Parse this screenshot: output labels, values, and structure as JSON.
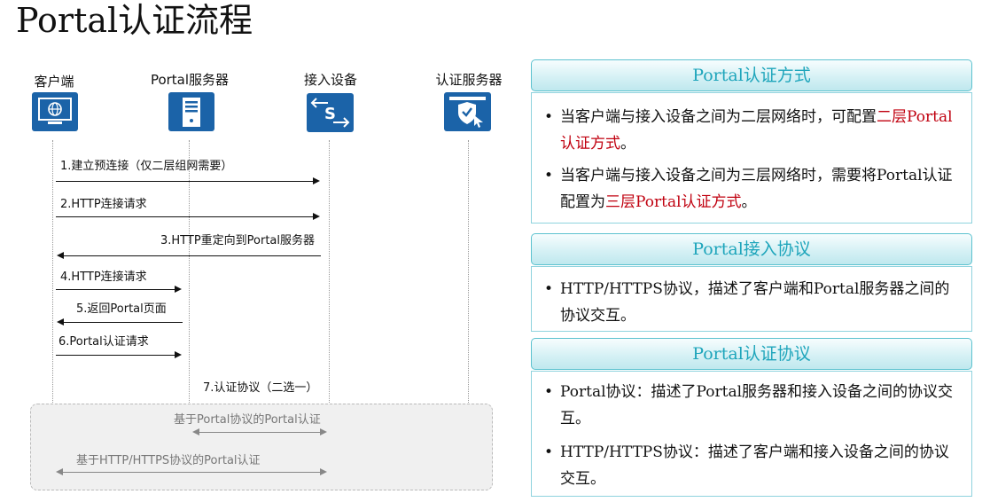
{
  "title": "Portal认证流程",
  "actors": {
    "client": "客户端",
    "portal_server": "Portal服务器",
    "access_device": "接入设备",
    "auth_server": "认证服务器"
  },
  "steps": {
    "s1": "1.建立预连接（仅二层组网需要）",
    "s2": "2.HTTP连接请求",
    "s3": "3.HTTP重定向到Portal服务器",
    "s4": "4.HTTP连接请求",
    "s5": "5.返回Portal页面",
    "s6": "6.Portal认证请求",
    "s7": "7.认证协议（二选一）",
    "opt1": "基于Portal协议的Portal认证",
    "opt2": "基于HTTP/HTTPS协议的Portal认证"
  },
  "panels": {
    "auth_mode": {
      "header": "Portal认证方式",
      "b1_a": "当客户端与接入设备之间为二层网络时，可配置",
      "b1_red": "二层Portal认证方式",
      "b1_end": "。",
      "b2_a": "当客户端与接入设备之间为三层网络时，需要将Portal认证配置为",
      "b2_red": "三层Portal认证方式",
      "b2_end": "。"
    },
    "access_protocol": {
      "header": "Portal接入协议",
      "b1": "HTTP/HTTPS协议，描述了客户端和Portal服务器之间的协议交互。"
    },
    "auth_protocol": {
      "header": "Portal认证协议",
      "b1": "Portal协议：描述了Portal服务器和接入设备之间的协议交互。",
      "b2": "HTTP/HTTPS协议：描述了客户端和接入设备之间的协议交互。"
    }
  },
  "colors": {
    "icon_blue": "#1b63a8",
    "header_text": "#1ea5bb",
    "highlight_red": "#c0000f"
  },
  "icons": [
    "computer-icon",
    "server-icon",
    "switch-icon",
    "auth-server-icon"
  ]
}
